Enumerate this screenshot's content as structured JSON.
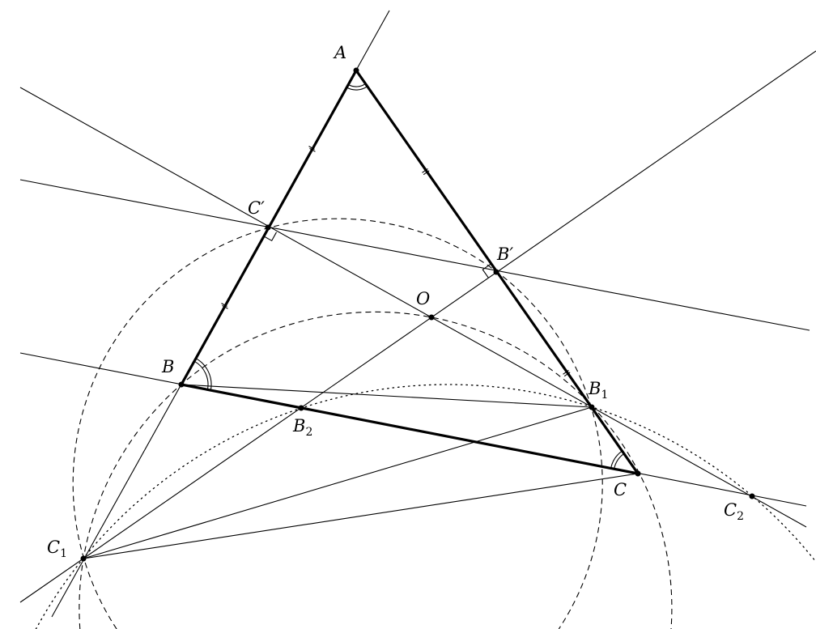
{
  "points": {
    "A": {
      "main": "A"
    },
    "B": {
      "main": "B"
    },
    "C": {
      "main": "C"
    },
    "C_prime": {
      "main": "C′"
    },
    "B_prime": {
      "main": "B′"
    },
    "O": {
      "main": "O"
    },
    "B1": {
      "main": "B",
      "sub": "1"
    },
    "B2": {
      "main": "B",
      "sub": "2"
    },
    "C1": {
      "main": "C",
      "sub": "1"
    },
    "C2": {
      "main": "C",
      "sub": "2"
    }
  },
  "colors": {
    "ink": "#000000",
    "background": "#ffffff"
  }
}
